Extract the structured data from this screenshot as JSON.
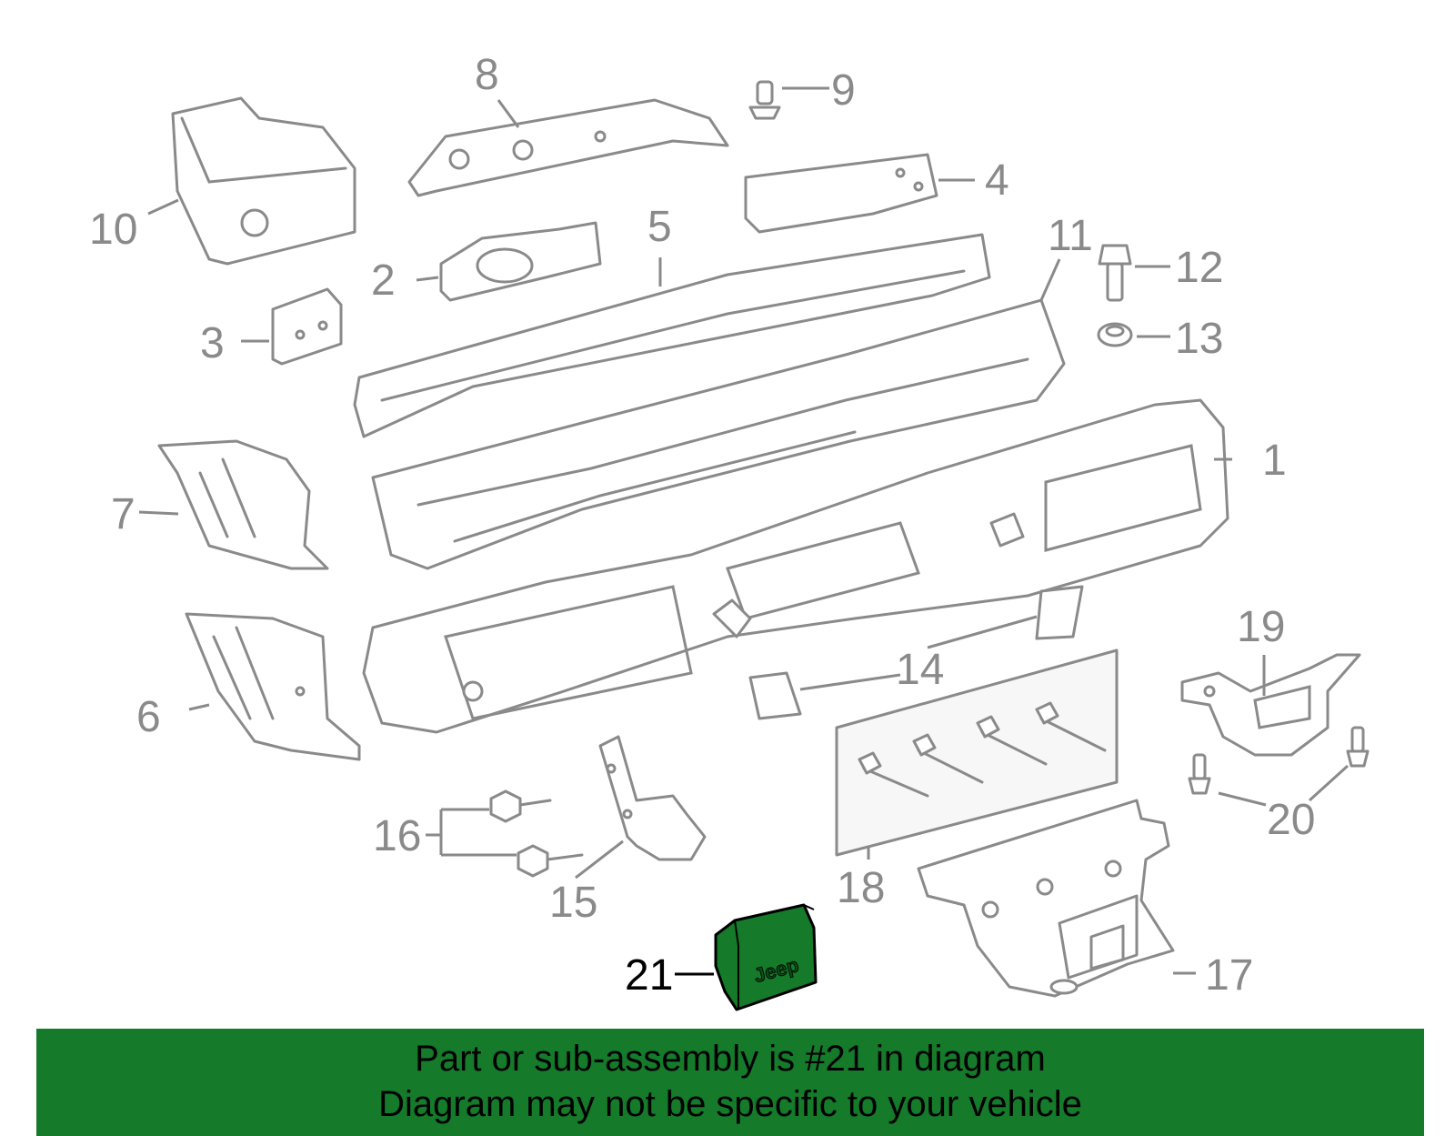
{
  "colors": {
    "part_stroke": "#8a8a8a",
    "highlight": "#157a2a",
    "banner_bg": "#157a2a"
  },
  "diagram": {
    "callouts": [
      {
        "id": "1",
        "label": "1"
      },
      {
        "id": "2",
        "label": "2"
      },
      {
        "id": "3",
        "label": "3"
      },
      {
        "id": "4",
        "label": "4"
      },
      {
        "id": "5",
        "label": "5"
      },
      {
        "id": "6",
        "label": "6"
      },
      {
        "id": "7",
        "label": "7"
      },
      {
        "id": "8",
        "label": "8"
      },
      {
        "id": "9",
        "label": "9"
      },
      {
        "id": "10",
        "label": "10"
      },
      {
        "id": "11",
        "label": "11"
      },
      {
        "id": "12",
        "label": "12"
      },
      {
        "id": "13",
        "label": "13"
      },
      {
        "id": "14",
        "label": "14"
      },
      {
        "id": "15",
        "label": "15"
      },
      {
        "id": "16",
        "label": "16"
      },
      {
        "id": "17",
        "label": "17"
      },
      {
        "id": "18",
        "label": "18"
      },
      {
        "id": "19",
        "label": "19"
      },
      {
        "id": "20",
        "label": "20"
      },
      {
        "id": "21",
        "label": "21",
        "highlighted": true
      }
    ],
    "logo_text": "Jeep"
  },
  "banner": {
    "line1": "Part or sub-assembly is #21 in diagram",
    "line2": "Diagram may not be specific to your vehicle"
  }
}
